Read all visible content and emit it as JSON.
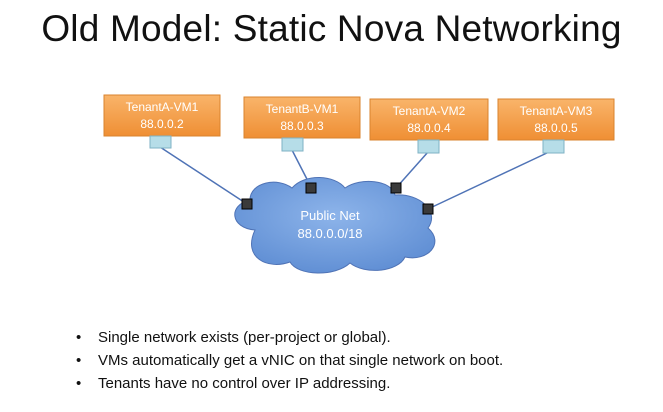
{
  "slide": {
    "title": "Old Model: Static Nova Networking",
    "vms": [
      {
        "name": "TenantA-VM1",
        "ip": "88.0.0.2"
      },
      {
        "name": "TenantB-VM1",
        "ip": "88.0.0.3"
      },
      {
        "name": "TenantA-VM2",
        "ip": "88.0.0.4"
      },
      {
        "name": "TenantA-VM3",
        "ip": "88.0.0.5"
      }
    ],
    "cloud": {
      "label": "Public Net",
      "subnet": "88.0.0.0/18"
    },
    "bullet_glyph": "•",
    "bullets": [
      "Single network exists (per-project or global).",
      "VMs automatically get a vNIC on that single network on boot.",
      "Tenants have no control over IP addressing."
    ],
    "colors": {
      "vm_fill": "#F5A04C",
      "vm_border": "#D9832E",
      "nic_fill": "#B6DDE8",
      "cloud_fill": "#6C9BDB",
      "port_fill": "#3a3a3a",
      "link": "#4F73B6"
    }
  }
}
